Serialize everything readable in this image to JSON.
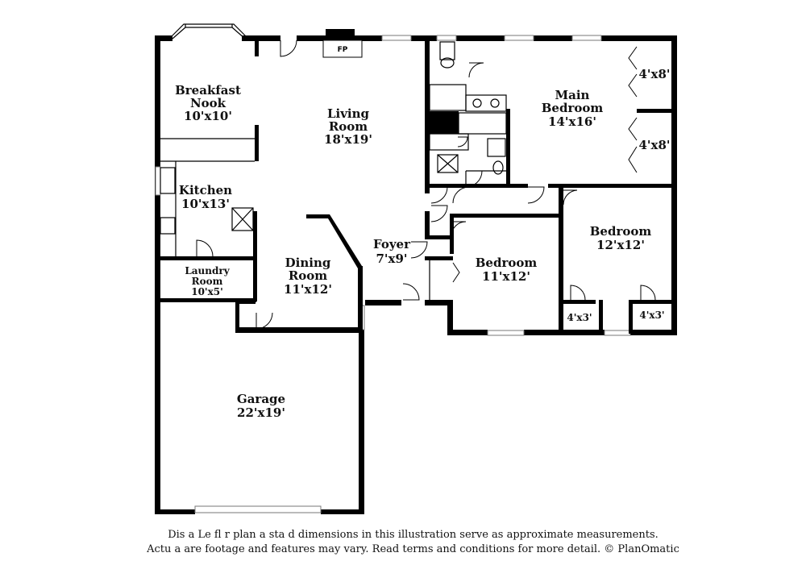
{
  "rooms": [
    {
      "id": "breakfast-nook",
      "name_lines": [
        "Breakfast",
        "Nook"
      ],
      "dims": "10'x10'"
    },
    {
      "id": "living-room",
      "name_lines": [
        "Living",
        "Room"
      ],
      "dims": "18'x19'"
    },
    {
      "id": "main-bedroom",
      "name_lines": [
        "Main",
        "Bedroom"
      ],
      "dims": "14'x16'"
    },
    {
      "id": "kitchen",
      "name_lines": [
        "Kitchen"
      ],
      "dims": "10'x13'"
    },
    {
      "id": "laundry-room",
      "name_lines": [
        "Laundry",
        "Room"
      ],
      "dims": "10'x5'"
    },
    {
      "id": "dining-room",
      "name_lines": [
        "Dining",
        "Room"
      ],
      "dims": "11'x12'"
    },
    {
      "id": "foyer",
      "name_lines": [
        "Foyer"
      ],
      "dims": "7'x9'"
    },
    {
      "id": "bedroom-2",
      "name_lines": [
        "Bedroom"
      ],
      "dims": "11'x12'"
    },
    {
      "id": "bedroom-3",
      "name_lines": [
        "Bedroom"
      ],
      "dims": "12'x12'"
    },
    {
      "id": "garage",
      "name_lines": [
        "Garage"
      ],
      "dims": "22'x19'"
    }
  ],
  "closets": {
    "main_closet_1": "4'x8'",
    "main_closet_2": "4'x8'",
    "bed3_closet_left": "4'x3'",
    "bed3_closet_right": "4'x3'"
  },
  "fireplace_label": "FP",
  "disclaimer": {
    "line1": "Dis  a    Le fl   r plan a    sta  d dimensions in this illustration serve as approximate measurements.",
    "line2": "Actu   a  are footage and features may vary. Read terms and conditions for more detail. © PlanOmatic"
  }
}
